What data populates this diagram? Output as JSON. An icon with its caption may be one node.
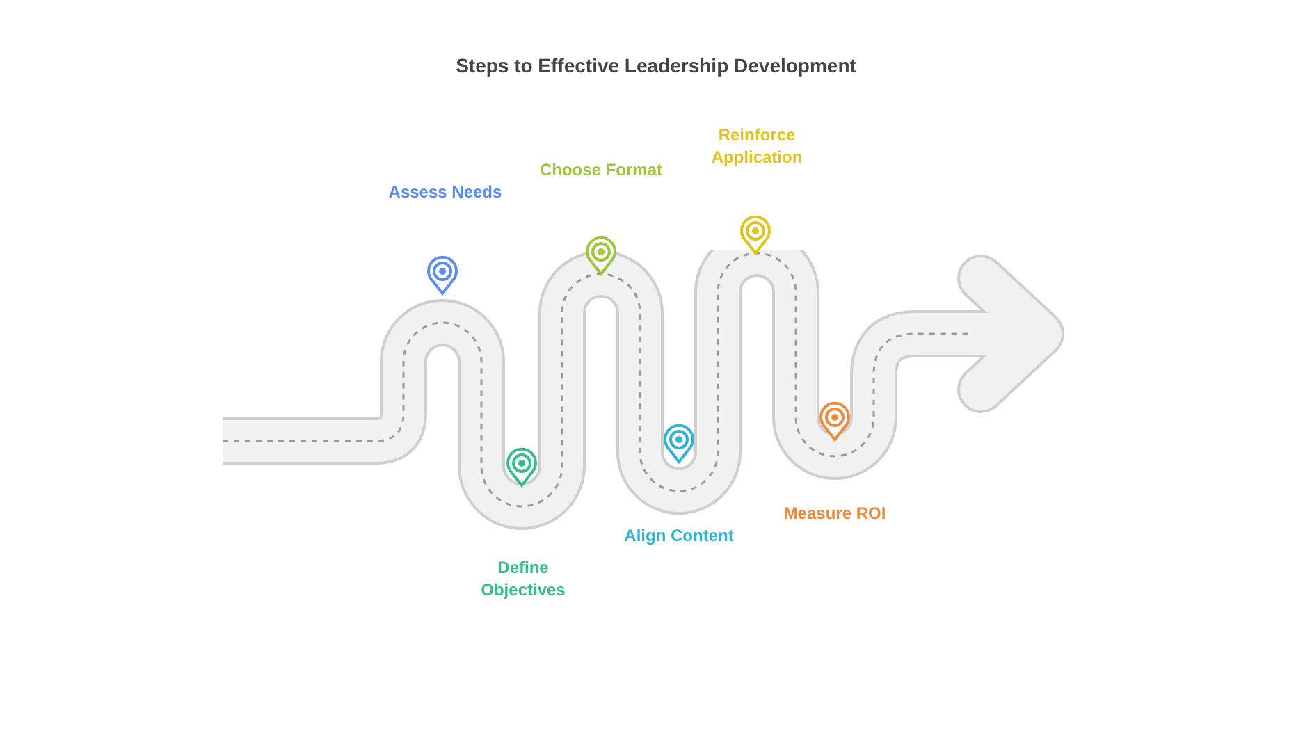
{
  "diagram": {
    "title": "Steps to Effective Leadership Development",
    "labels": [
      "Assess Needs",
      "Define Objectives",
      "Choose Format",
      "Align Content",
      "Reinforce Application",
      "Measure ROI"
    ]
  }
}
